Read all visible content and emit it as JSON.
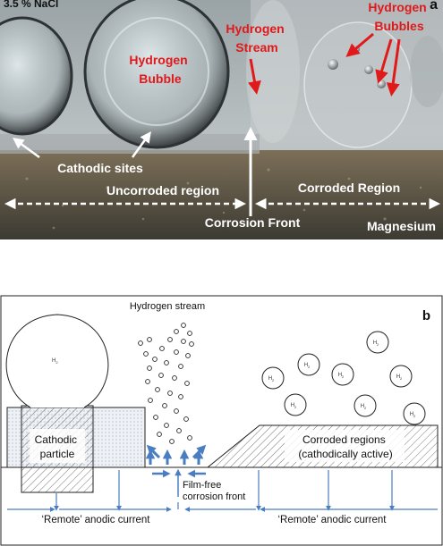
{
  "panel_a": {
    "letter": "a",
    "solution_label": "3.5 % NaCl",
    "hydrogen_bubble": [
      "Hydrogen",
      "Bubble"
    ],
    "hydrogen_stream": [
      "Hydrogen",
      "Stream"
    ],
    "hydrogen_bubbles": [
      "Hydrogen",
      "Bubbles"
    ],
    "cathodic_sites": "Cathodic sites",
    "uncorroded_region": "Uncorroded region",
    "corroded_region": "Corroded Region",
    "corrosion_front": "Corrosion Front",
    "magnesium": "Magnesium",
    "colors": {
      "red_label": "#e0191b",
      "white_label": "#ffffff"
    }
  },
  "panel_b": {
    "letter": "b",
    "hydrogen_stream": "Hydrogen stream",
    "h2_label": "H",
    "h2_subscript": "2",
    "cathodic_particle": [
      "Cathodic",
      "particle"
    ],
    "corroded_regions": [
      "Corroded regions",
      "(cathodically active)"
    ],
    "film_free_front": [
      "Film-free",
      "corrosion front"
    ],
    "remote_current_left": "‘Remote’ anodic current",
    "remote_current_right": "‘Remote’ anodic current",
    "colors": {
      "arrow_blue": "#4a7ec2",
      "outline": "#222222"
    }
  }
}
